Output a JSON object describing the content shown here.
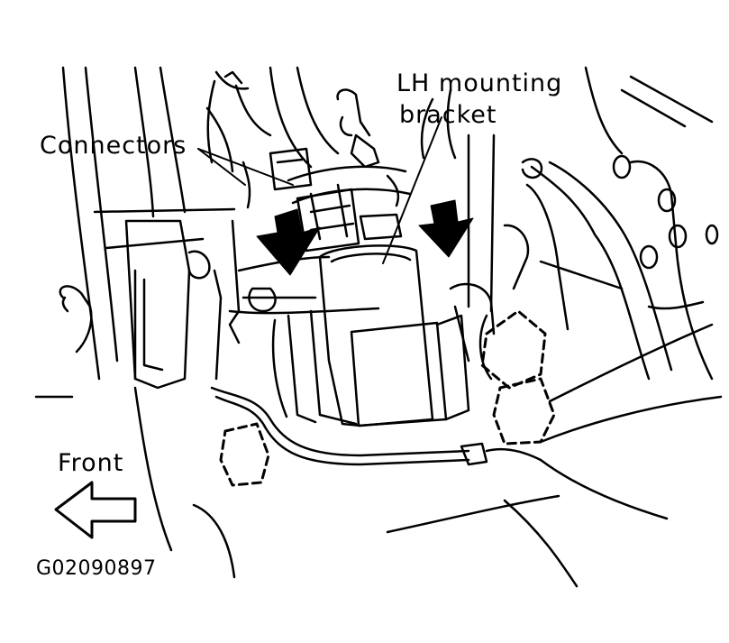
{
  "labels": {
    "lh_mounting_line1": "LH mounting",
    "lh_mounting_line2": "bracket",
    "connectors": "Connectors",
    "front": "Front",
    "figure_id": "G02090897"
  },
  "icons": {
    "direction_arrow": "left-arrow-icon",
    "callout_arrows": "down-arrow-icon"
  },
  "colors": {
    "line": "#000000",
    "background": "#ffffff"
  }
}
